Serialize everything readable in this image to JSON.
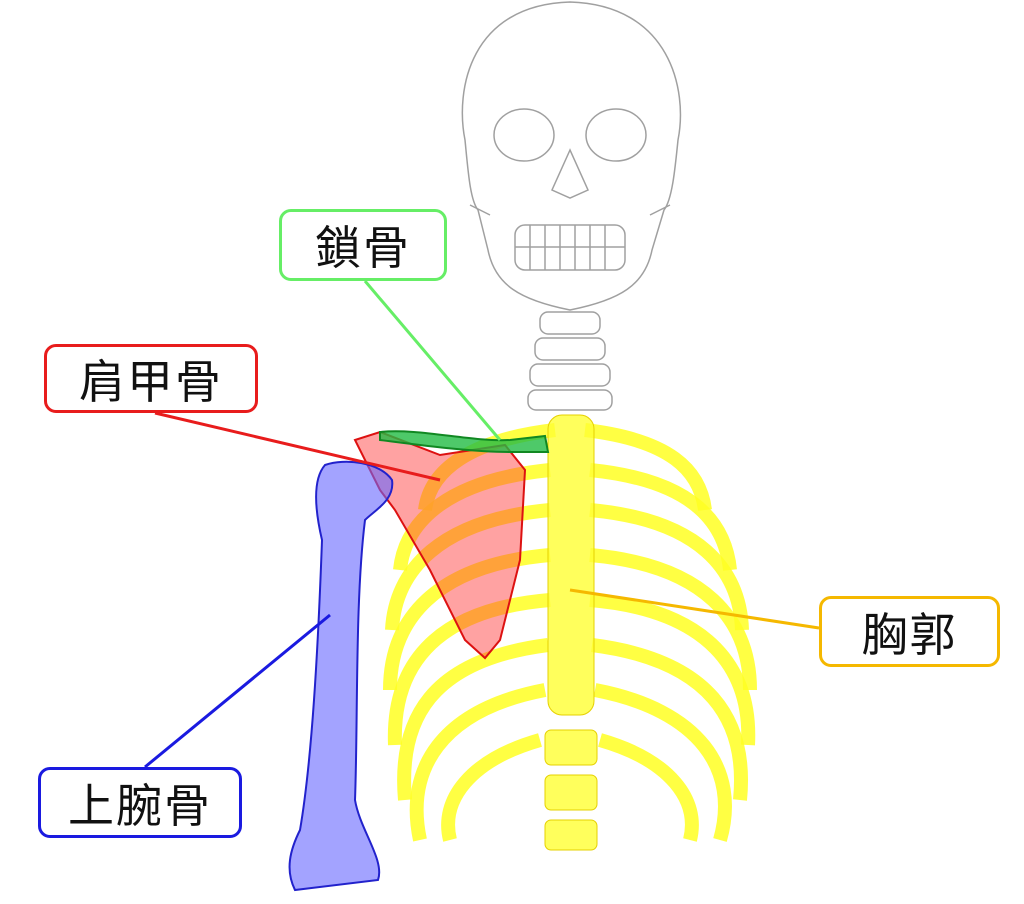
{
  "labels": {
    "clavicle": "鎖骨",
    "scapula": "肩甲骨",
    "thorax": "胸郭",
    "humerus": "上腕骨"
  },
  "colors": {
    "clavicle": "#66ee66",
    "scapula": "#e81c1c",
    "thorax": "#f5b800",
    "humerus": "#1a1ae0",
    "ribs": "#ffff33",
    "skull": "#9a9a9a"
  }
}
